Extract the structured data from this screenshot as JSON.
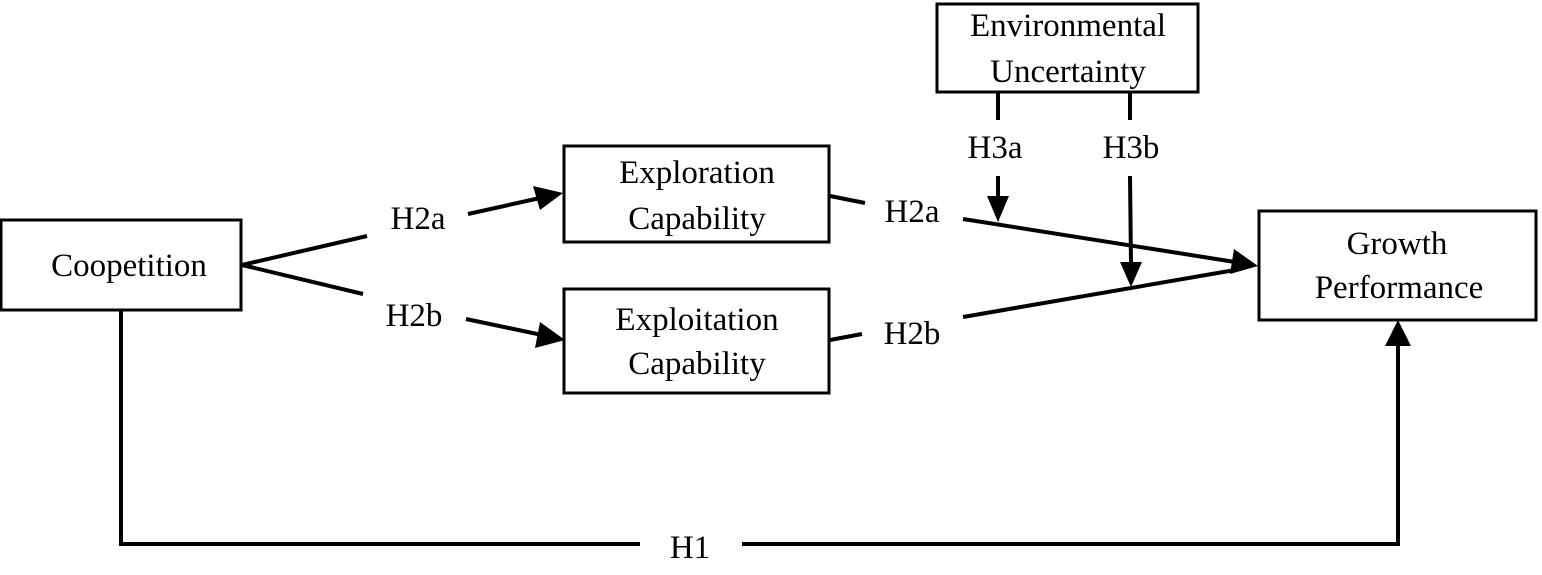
{
  "nodes": {
    "cooperation": {
      "lines": [
        "Coopetition"
      ]
    },
    "exploration": {
      "lines": [
        "Exploration",
        "Capability"
      ]
    },
    "exploitation": {
      "lines": [
        "Exploitation",
        "Capability"
      ]
    },
    "environment": {
      "lines": [
        "Environmental",
        "Uncertainty"
      ]
    },
    "growth": {
      "lines": [
        "Growth",
        "Performance"
      ]
    }
  },
  "edges": {
    "coop_to_exploration": "H2a",
    "coop_to_exploitation": "H2b",
    "exploration_to_growth": "H2a",
    "exploitation_to_growth": "H2b",
    "env_moderates_a": "H3a",
    "env_moderates_b": "H3b",
    "coop_to_growth": "H1"
  },
  "colors": {
    "stroke": "#000000",
    "background": "#ffffff"
  }
}
